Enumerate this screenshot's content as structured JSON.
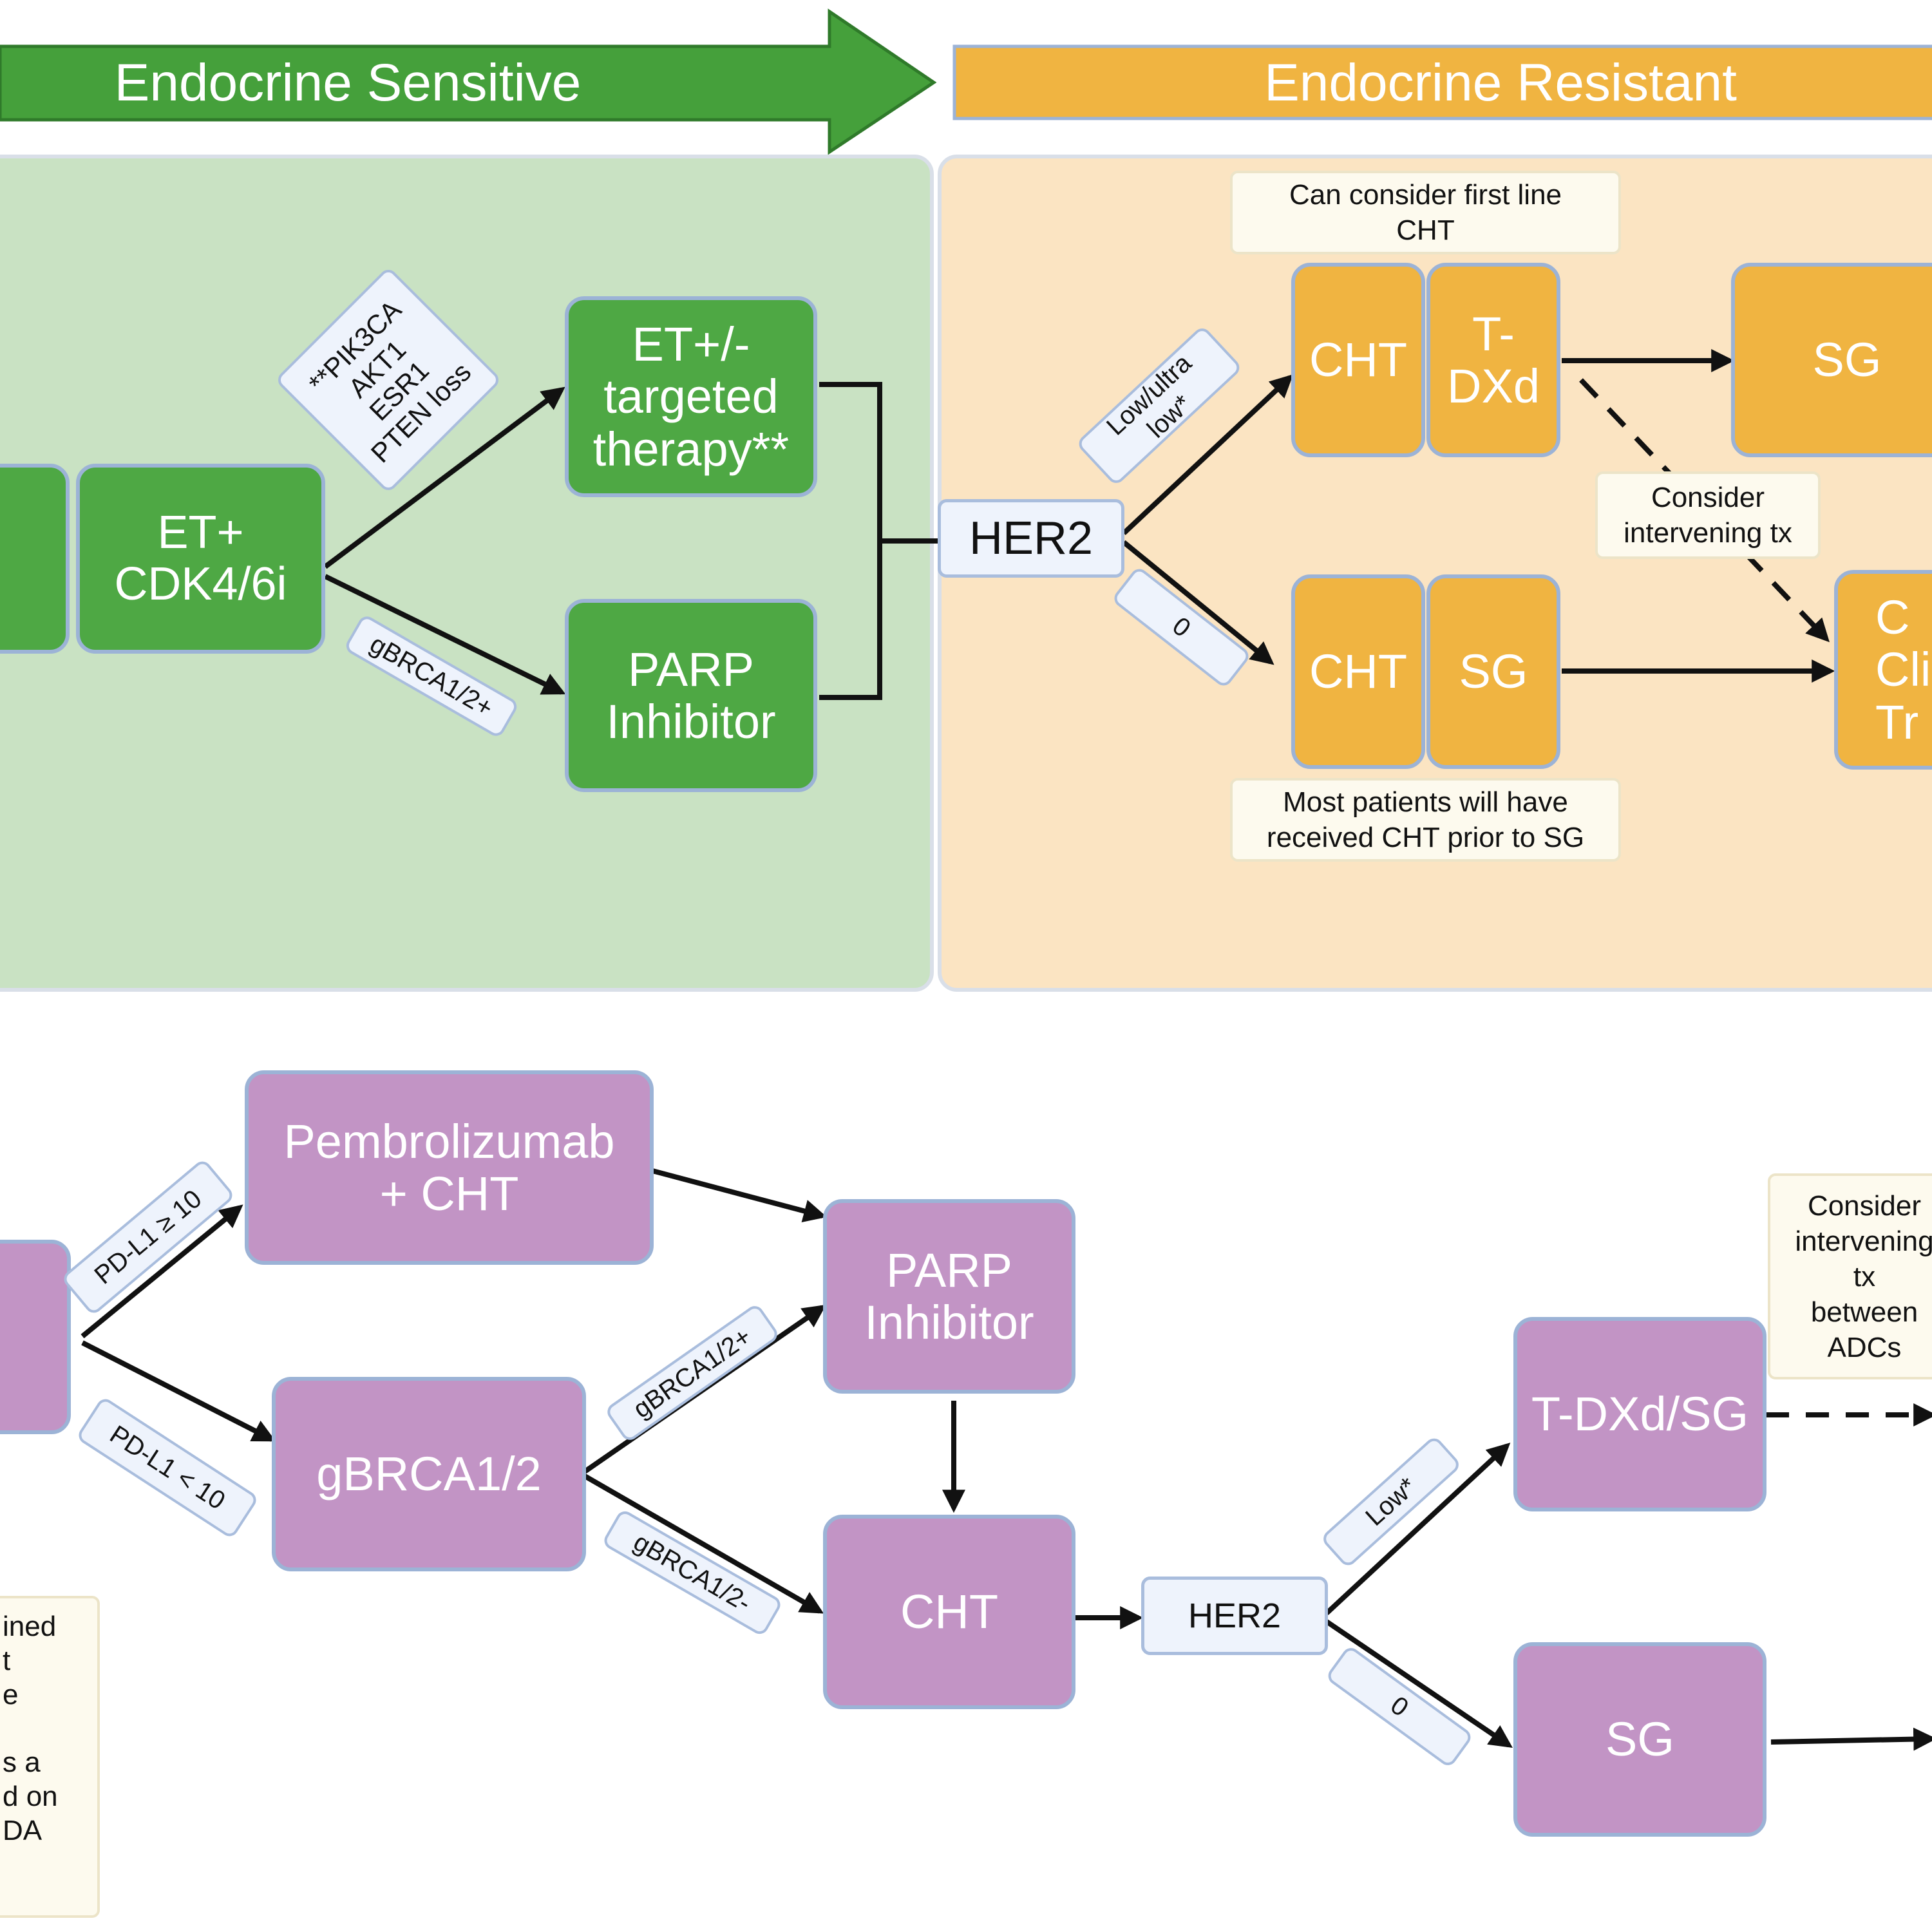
{
  "banners": {
    "sensitive": "Endocrine Sensitive",
    "resistant": "Endocrine Resistant"
  },
  "top": {
    "partial_left_box": "",
    "et_cdk": "ET+\nCDK4/6i",
    "et_targeted": "ET+/-\ntargeted\ntherapy**",
    "parp": "PARP\nInhibitor",
    "tag_pik3ca": "**PIK3CA\nAKT1\nESR1\nPTEN loss",
    "tag_gbrca_pos": "gBRCA1/2+",
    "her2": "HER2",
    "tag_low_ultra": "Low/ultra\nlow*",
    "tag_zero": "0",
    "note_first_line": "Can consider first line\nCHT",
    "cht_upper": "CHT",
    "tdxd_upper": "T-\nDXd",
    "sg_upper": "SG",
    "note_intervening": "Consider\nintervening tx",
    "cht_lower": "CHT",
    "sg_lower": "SG",
    "clinical_trial_partial": "C\nCli\nTr",
    "note_most_patients": "Most patients will have\nreceived CHT prior to SG"
  },
  "bottom": {
    "pembro": "Pembrolizumab\n+ CHT",
    "tag_pdl1_ge": "PD-L1 ≥ 10",
    "tag_pdl1_lt": "PD-L1 < 10",
    "gbrca": "gBRCA1/2",
    "tag_gbrca_pos": "gBRCA1/2+",
    "tag_gbrca_neg": "gBRCA1/2-",
    "parp": "PARP\nInhibitor",
    "cht": "CHT",
    "her2": "HER2",
    "tag_low": "Low*",
    "tag_zero": "0",
    "tdxd_sg": "T-DXd/SG",
    "sg": "SG",
    "note_adcs": "Consider\nintervening\ntx\nbetween\nADCs",
    "note_left_partial": "ined\nt\ne\n\ns a\nd on\nDA"
  }
}
